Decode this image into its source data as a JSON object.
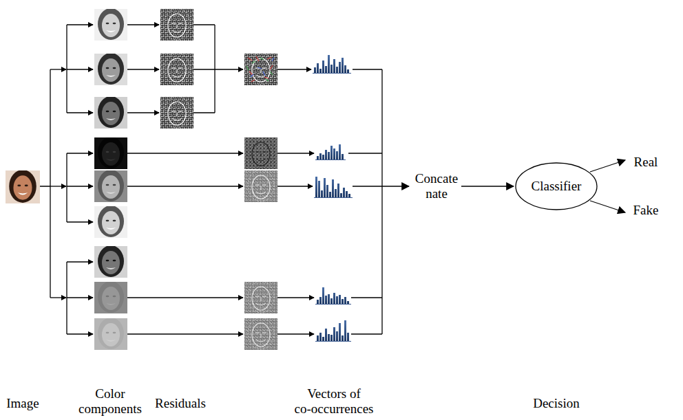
{
  "diagram": {
    "nodes": [
      {
        "text": [
          "Classifier"
        ]
      }
    ],
    "labels": [
      "Concate nate",
      "Real",
      "Fake",
      "Image",
      "Color components",
      "Residuals",
      "Vectors of co-occurrences",
      "Decision"
    ]
  }
}
